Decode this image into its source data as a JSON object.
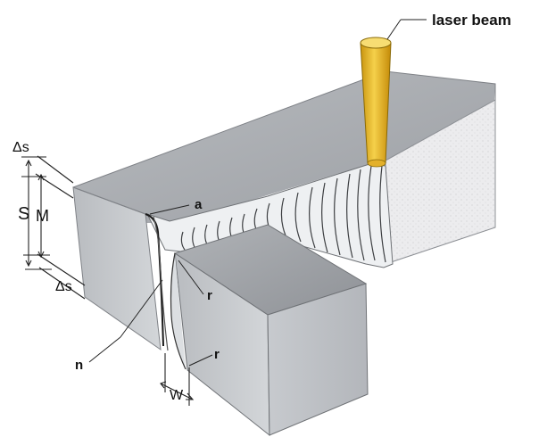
{
  "figure": {
    "labels": {
      "laser_beam": "laser beam",
      "delta_s_top": "Δs",
      "s": "S",
      "m": "M",
      "delta_s_bottom": "Δs",
      "a": "a",
      "r_upper": "r",
      "r_lower": "r",
      "n": "n",
      "w": "W"
    },
    "colors": {
      "block_top": "#a9acb0",
      "block_front": "#c9ccd0",
      "block_side": "#e9eaec",
      "laser": "#e8b82a",
      "weld": "#eef0f2"
    }
  }
}
